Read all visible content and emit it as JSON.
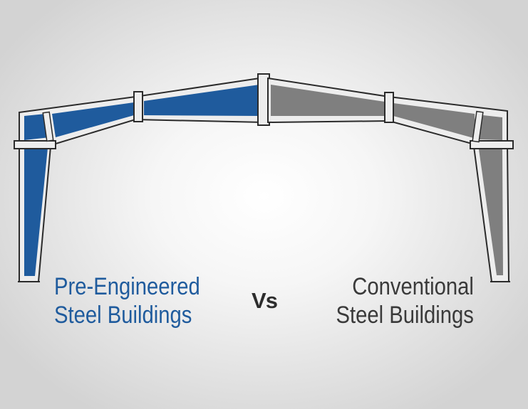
{
  "left_caption": {
    "line1": "Pre-Engineered",
    "line2": "Steel Buildings"
  },
  "vs_label": "Vs",
  "right_caption": {
    "line1": "Conventional",
    "line2": "Steel Buildings"
  },
  "colors": {
    "pre_engineered_fill": "#1f5b9d",
    "conventional_fill": "#7f7f7f",
    "outline": "#2b2b2b",
    "frame_background": "#ededed",
    "pre_engineered_text": "#1f5b9d",
    "conventional_text": "#3a3a3a"
  }
}
